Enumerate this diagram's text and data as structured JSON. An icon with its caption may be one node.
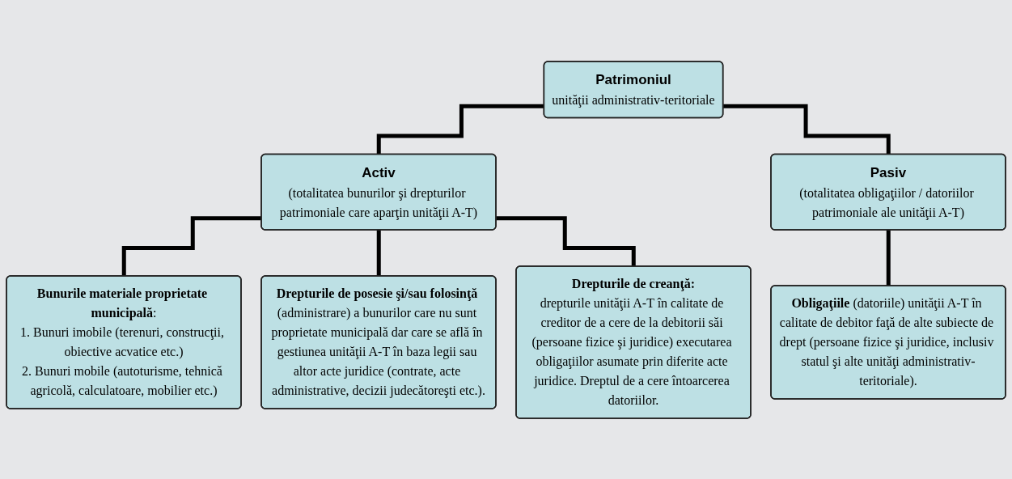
{
  "diagram": {
    "nodes": [
      {
        "text": [
          "Patrimoniul",
          "unităţii administrativ-teritoriale"
        ]
      },
      {
        "text": [
          "Activ",
          "(totalitatea bunurilor şi drepturilor patrimoniale care aparţin unităţii A-T)"
        ]
      },
      {
        "text": [
          "Pasiv",
          "(totalitatea obligaţiilor / datoriilor patrimoniale ale unităţii A-T)"
        ]
      },
      {
        "text": [
          "**Bunurile materiale proprietate municipală**:",
          "1. Bunuri imobile (terenuri, construcţii, obiective acvatice etc.)",
          "2. Bunuri mobile (autoturisme, tehnică agricolă, calculatoare, mobilier etc.)"
        ]
      },
      {
        "text": [
          "**Drepturile de posesie şi/sau folosinţă** (administrare) a bunurilor care nu sunt proprietate municipală dar care se află în gestiunea unităţii A-T în baza legii sau altor acte juridice (contrate, acte administrative, decizii judecătoreşti etc.)."
        ]
      },
      {
        "text": [
          "Drepturile de creanţă:",
          "drepturile unităţii A-T în calitate de creditor de a cere de la debitorii săi (persoane fizice şi juridice) executarea obligaţiilor asumate prin diferite acte juridice. Dreptul de a cere întoarcerea datoriilor."
        ]
      },
      {
        "text": [
          "**Obligaţiile** (datoriile) unităţii A-T în calitate de debitor faţă de alte subiecte de drept (persoane fizice şi juridice, inclusiv statul şi alte unităţi administrativ-teritoriale)."
        ]
      }
    ],
    "edges": [
      {
        "from": 0,
        "to": 1,
        "arrow": "none"
      },
      {
        "from": 0,
        "to": 2,
        "arrow": "none"
      },
      {
        "from": 1,
        "to": 3,
        "arrow": "none"
      },
      {
        "from": 1,
        "to": 4,
        "arrow": "none"
      },
      {
        "from": 1,
        "to": 5,
        "arrow": "none"
      },
      {
        "from": 2,
        "to": 6,
        "arrow": "none"
      }
    ]
  }
}
